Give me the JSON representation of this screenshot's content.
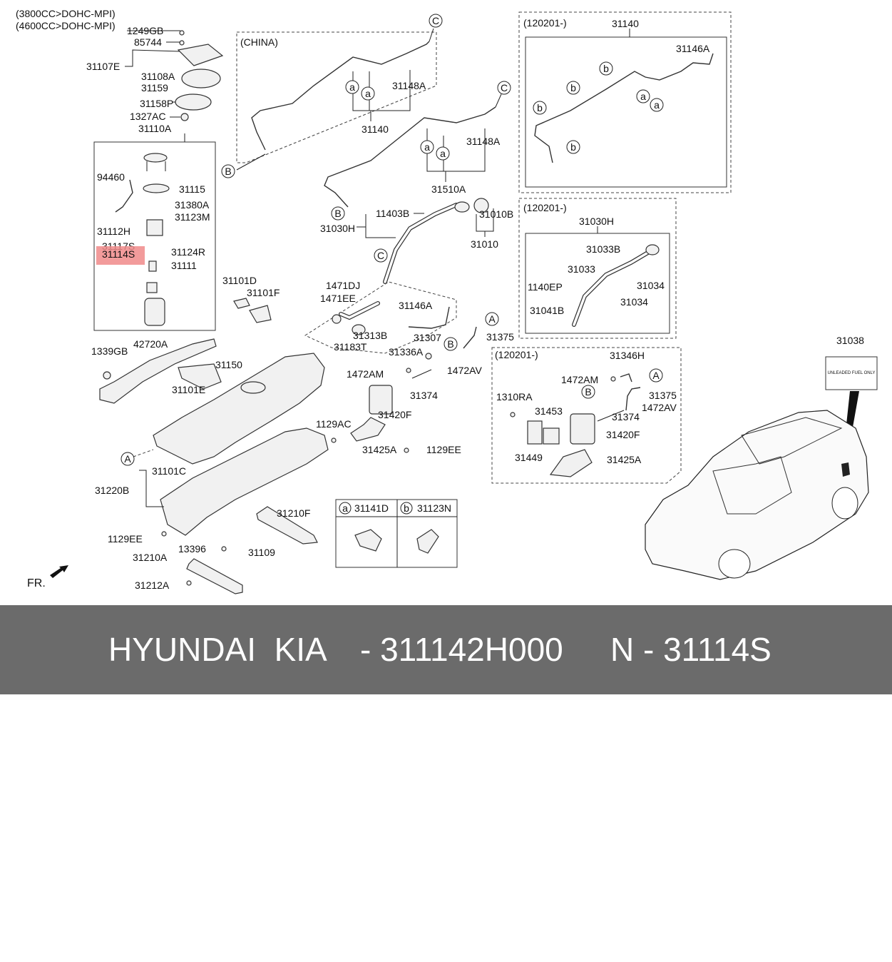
{
  "engine_notes": [
    "(3800CC>DOHC-MPI)",
    "(4600CC>DOHC-MPI)"
  ],
  "frame_labels": {
    "china": "(CHINA)",
    "v120201_a": "(120201-)",
    "v120201_b": "(120201-)",
    "v120201_c": "(120201-)"
  },
  "parts": {
    "p1249gb": "1249GB",
    "p85744": "85744",
    "p31107e": "31107E",
    "p31108a": "31108A",
    "p31159": "31159",
    "p31158p": "31158P",
    "p1327ac": "1327AC",
    "p31110a": "31110A",
    "p94460": "94460",
    "p31115": "31115",
    "p31380a": "31380A",
    "p31123m": "31123M",
    "p31112h": "31112H",
    "p31117s": "31117S",
    "p31114s": "31114S",
    "p31124r": "31124R",
    "p31111": "31111",
    "p31148a_1": "31148A",
    "p31140_1": "31140",
    "p31148a_2": "31148A",
    "p31510a": "31510A",
    "p31140_2": "31140",
    "p31146a_1": "31146A",
    "p11403b": "11403B",
    "p31010b": "31010B",
    "p31030h_1": "31030H",
    "p31010": "31010",
    "p31030h_2": "31030H",
    "p31033b": "31033B",
    "p31033": "31033",
    "p1140ep": "1140EP",
    "p31034_1": "31034",
    "p31041b": "31041B",
    "p31034_2": "31034",
    "p31101d": "31101D",
    "p31101f": "31101F",
    "p1471dj": "1471DJ",
    "p1471ee": "1471EE",
    "p31313b": "31313B",
    "p31183t": "31183T",
    "p31146a_2": "31146A",
    "p31307": "31307",
    "p31375_1": "31375",
    "p31336a": "31336A",
    "p1472am_1": "1472AM",
    "p1472av_1": "1472AV",
    "p31374_1": "31374",
    "p31420f_1": "31420F",
    "p1129ac": "1129AC",
    "p31425a_1": "31425A",
    "p1129ee_1": "1129EE",
    "p31346h": "31346H",
    "p1472am_2": "1472AM",
    "p31375_2": "31375",
    "p1310ra": "1310RA",
    "p31453": "31453",
    "p1472av_2": "1472AV",
    "p31374_2": "31374",
    "p31420f_2": "31420F",
    "p31449": "31449",
    "p31425a_2": "31425A",
    "p1339gb": "1339GB",
    "p42720a": "42720A",
    "p31150": "31150",
    "p31101e": "31101E",
    "p31101c": "31101C",
    "p31220b": "31220B",
    "p31210f": "31210F",
    "p1129ee_2": "1129EE",
    "p13396": "13396",
    "p31109": "31109",
    "p31210a": "31210A",
    "p31212a": "31212A",
    "p31038": "31038"
  },
  "legend": {
    "a_code": "31141D",
    "b_code": "31123N"
  },
  "markers": {
    "a": "a",
    "b": "b",
    "A": "A",
    "B": "B",
    "C": "C"
  },
  "fuel_label": [
    "UNLEADED FUEL ONLY"
  ],
  "orientation": "FR.",
  "highlight_color": "#f08a8a",
  "footer": {
    "brand": "HYUNDAI  KIA",
    "part_number": "- 311142H000",
    "ref": "N - 31114S"
  }
}
